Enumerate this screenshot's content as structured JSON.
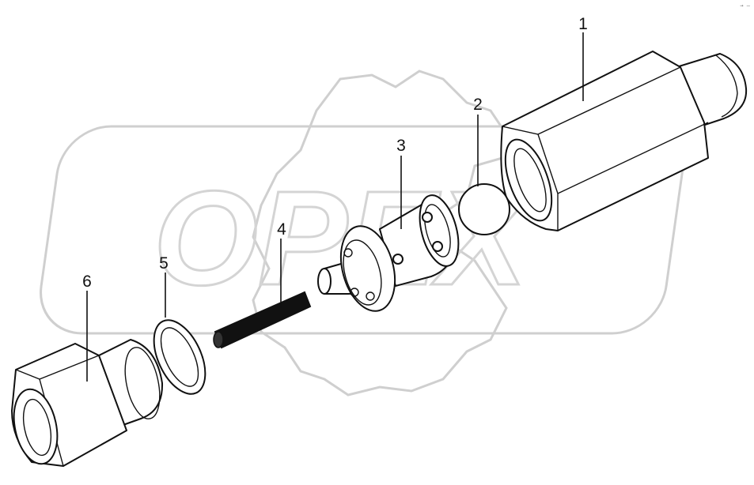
{
  "watermark": {
    "logo_text": "OPEX"
  },
  "corner_mark": "→ —",
  "callouts": [
    {
      "id": "1",
      "label": "1"
    },
    {
      "id": "2",
      "label": "2"
    },
    {
      "id": "3",
      "label": "3"
    },
    {
      "id": "4",
      "label": "4"
    },
    {
      "id": "5",
      "label": "5"
    },
    {
      "id": "6",
      "label": "6"
    }
  ]
}
